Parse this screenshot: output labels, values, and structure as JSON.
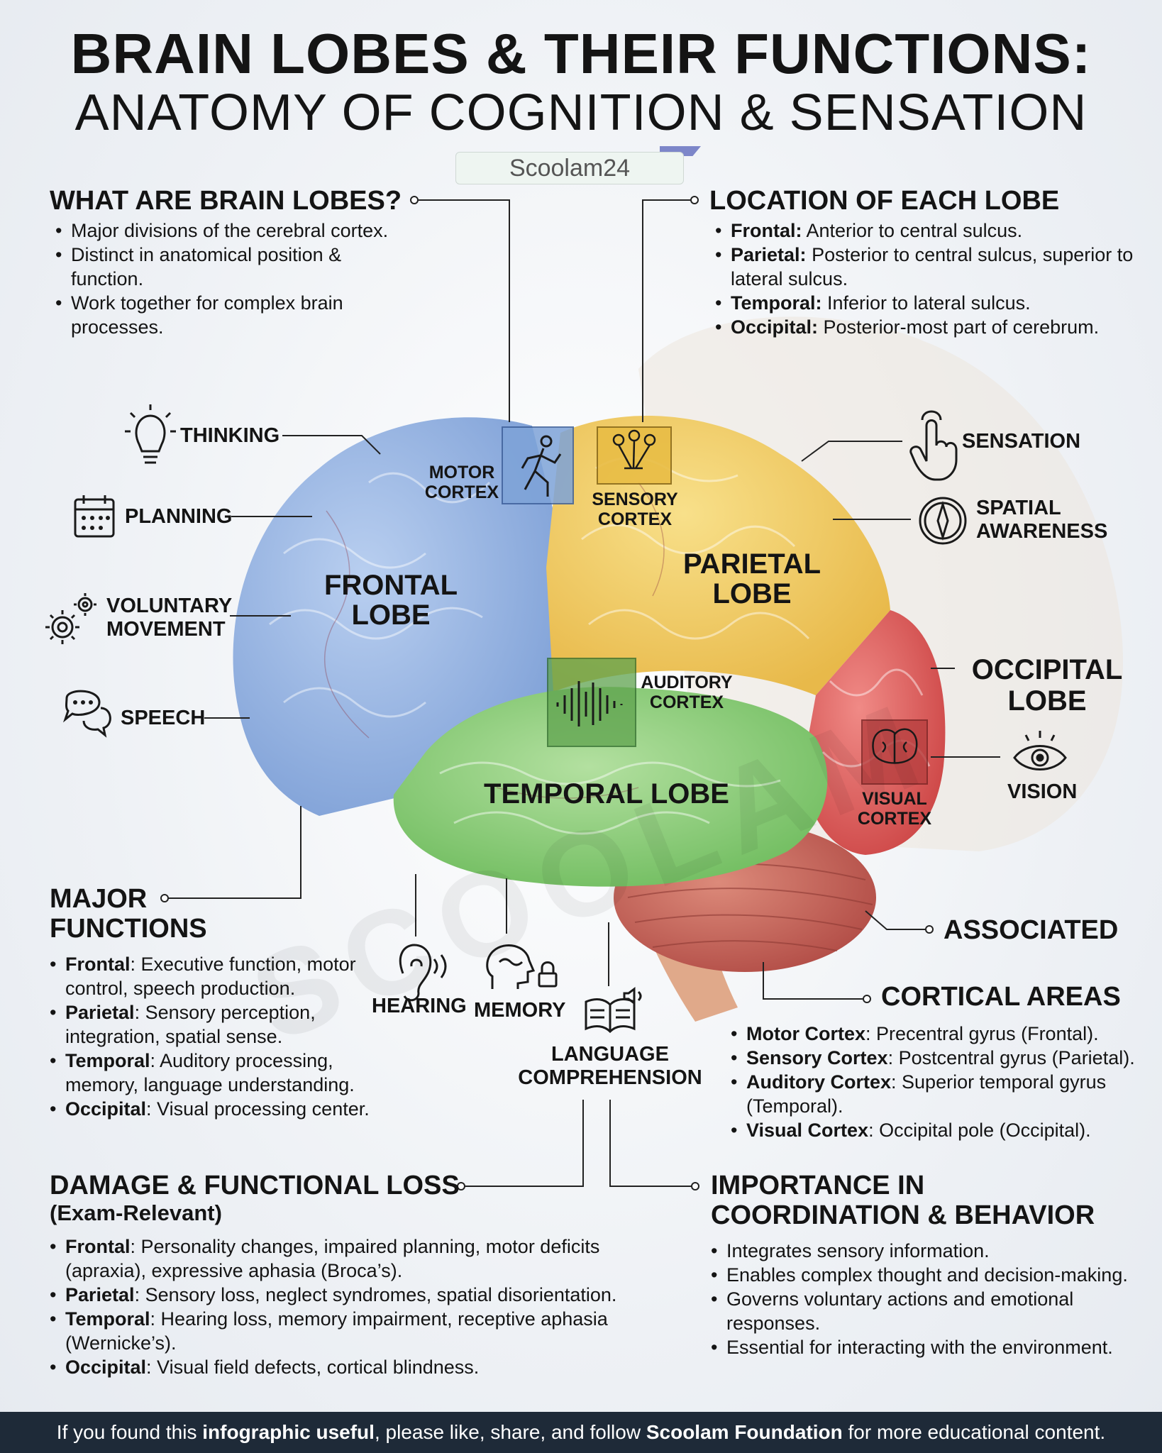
{
  "title": {
    "line1": "BRAIN LOBES & THEIR FUNCTIONS:",
    "line2": "ANATOMY OF COGNITION & SENSATION"
  },
  "watermark_tag": "Scoolam24",
  "what_are": {
    "heading": "WHAT ARE BRAIN LOBES?",
    "items": [
      "Major divisions of the cerebral cortex.",
      "Distinct in anatomical position & function.",
      "Work together for complex brain processes."
    ]
  },
  "location": {
    "heading": "LOCATION OF EACH LOBE",
    "items": [
      {
        "term": "Frontal:",
        "text": " Anterior to central sulcus."
      },
      {
        "term": "Parietal:",
        "text": " Posterior to central sulcus, superior to lateral sulcus."
      },
      {
        "term": "Temporal:",
        "text": " Inferior to lateral sulcus."
      },
      {
        "term": "Occipital:",
        "text": " Posterior-most part of cerebrum."
      }
    ]
  },
  "left_labels": {
    "thinking": "THINKING",
    "planning": "PLANNING",
    "voluntary_1": "VOLUNTARY",
    "voluntary_2": "MOVEMENT",
    "speech": "SPEECH"
  },
  "right_labels": {
    "sensation": "SENSATION",
    "spatial_1": "SPATIAL",
    "spatial_2": "AWARENESS",
    "occipital_1": "OCCIPITAL",
    "occipital_2": "LOBE",
    "vision": "VISION",
    "associated": "ASSOCIATED"
  },
  "lobes": {
    "frontal_1": "FRONTAL",
    "frontal_2": "LOBE",
    "parietal_1": "PARIETAL",
    "parietal_2": "LOBE",
    "temporal": "TEMPORAL LOBE"
  },
  "cortex": {
    "motor_1": "MOTOR",
    "motor_2": "CORTEX",
    "sensory_1": "SENSORY",
    "sensory_2": "CORTEX",
    "auditory_1": "AUDITORY",
    "auditory_2": "CORTEX",
    "visual_1": "VISUAL",
    "visual_2": "CORTEX"
  },
  "bottom_labels": {
    "hearing": "HEARING",
    "memory": "MEMORY",
    "language_1": "LANGUAGE",
    "language_2": "COMPREHENSION"
  },
  "major": {
    "heading_1": "MAJOR",
    "heading_2": "FUNCTIONS",
    "items": [
      {
        "term": "Frontal",
        "text": ": Executive function, motor control, speech production."
      },
      {
        "term": "Parietal",
        "text": ": Sensory perception, integration, spatial sense."
      },
      {
        "term": "Temporal",
        "text": ": Auditory processing, memory, language understanding."
      },
      {
        "term": "Occipital",
        "text": ": Visual processing center."
      }
    ]
  },
  "cortical": {
    "heading": "CORTICAL AREAS",
    "items": [
      {
        "term": "Motor Cortex",
        "text": ": Precentral gyrus (Frontal)."
      },
      {
        "term": "Sensory Cortex",
        "text": ": Postcentral gyrus (Parietal)."
      },
      {
        "term": "Auditory Cortex",
        "text": ": Superior temporal gyrus (Temporal)."
      },
      {
        "term": "Visual Cortex",
        "text": ": Occipital pole (Occipital)."
      }
    ]
  },
  "damage": {
    "heading": "DAMAGE & FUNCTIONAL LOSS",
    "subheading": "(Exam-Relevant)",
    "items": [
      {
        "term": "Frontal",
        "text": ": Personality changes, impaired planning, motor deficits (apraxia), expressive aphasia (Broca’s)."
      },
      {
        "term": "Parietal",
        "text": ": Sensory loss, neglect syndromes, spatial disorientation."
      },
      {
        "term": "Temporal",
        "text": ": Hearing loss, memory impairment, receptive aphasia (Wernicke’s)."
      },
      {
        "term": "Occipital",
        "text": ": Visual field defects, cortical blindness."
      }
    ]
  },
  "importance": {
    "heading_1": "IMPORTANCE IN",
    "heading_2": "COORDINATION & BEHAVIOR",
    "items": [
      "Integrates sensory information.",
      "Enables complex thought and decision-making.",
      "Governs voluntary actions and emotional responses.",
      "Essential for interacting with the environment."
    ]
  },
  "footer": {
    "part1": "If you found this ",
    "bold1": "infographic useful",
    "part2": ", please like, share, and follow ",
    "bold2": "Scoolam Foundation",
    "part3": " for more educational content."
  },
  "colors": {
    "frontal": "#8fb0e0",
    "parietal": "#f2cf5e",
    "temporal": "#8ccf7a",
    "occipital": "#df5a5a",
    "cerebellum": "#c9645a",
    "footer_bg": "#1e2a38"
  }
}
